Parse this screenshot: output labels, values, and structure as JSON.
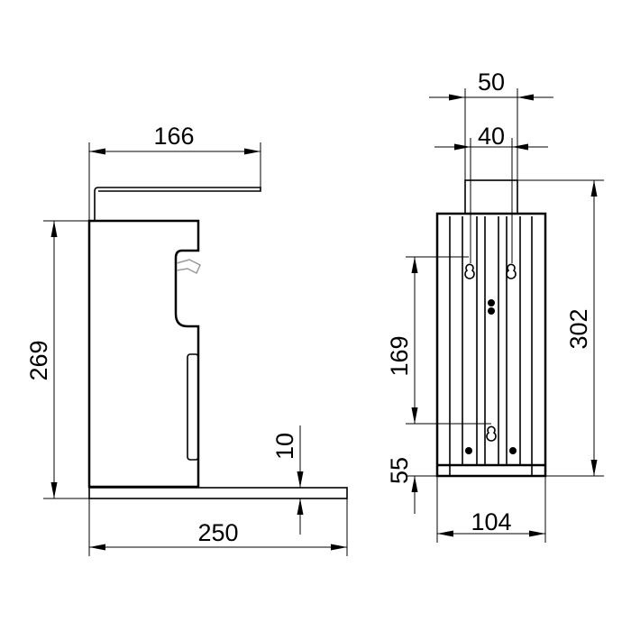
{
  "side_view": {
    "dimensions": {
      "lever_length": "166",
      "body_height": "269",
      "base_thickness": "10",
      "base_length": "250"
    }
  },
  "back_view": {
    "dimensions": {
      "top_outer_width": "50",
      "keyhole_spacing": "40",
      "total_height": "302",
      "keyhole_vertical_spacing": "169",
      "bottom_keyhole_height": "55",
      "body_width": "104"
    }
  },
  "colors": {
    "line": "#000000",
    "background": "#ffffff"
  }
}
